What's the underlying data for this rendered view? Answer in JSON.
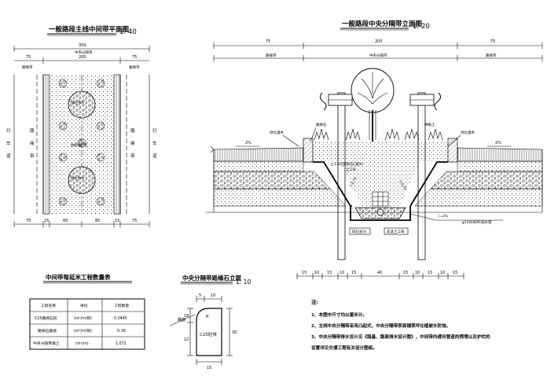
{
  "plan": {
    "title": "一般路段主线中间带平面图",
    "scale": "1: 40",
    "dim_total": "350",
    "dim_top": [
      "75",
      "200",
      "75"
    ],
    "label_median_strip": "中央分隔带",
    "label_curb_left": "路缘带",
    "label_curb_right": "路缘带",
    "side_left_chars": [
      "行",
      "车",
      "道"
    ],
    "side_left_chars2": [
      "路",
      "缘",
      "带"
    ],
    "side_right_chars": [
      "路",
      "缘",
      "带"
    ],
    "side_right_chars2": [
      "行",
      "车",
      "道"
    ],
    "tree_label_1": "绿化乔木",
    "tree_label_2": "绿化乔木",
    "mid_label": "防眩植护栏",
    "dim_bottom": [
      "75",
      "15",
      "85",
      "85",
      "15",
      "75"
    ]
  },
  "section": {
    "title": "一般路段中央分隔带立面图",
    "scale": "1: 20",
    "dim_top": [
      "75",
      "200",
      "75"
    ],
    "label_curb_left": "路缘带",
    "label_median": "中央分隔带",
    "label_curb_right": "路缘带",
    "label_left_plant": "绿化灌木",
    "label_right_plant": "绿化灌木",
    "label_curbstone": "路缘石",
    "label_topsoil": "种植土",
    "label_slope_left": "2%",
    "label_slope_right": "2%",
    "label_fabric": "土工布包裹碎石(滤水)",
    "label_fabric2": "土工布",
    "label_slope_ratio_left": "1:0.75",
    "label_slope_ratio_right": "1:0.75",
    "label_drain": "φ110HDPE排水管",
    "label_drain_slope": "i=2%",
    "label_gravel": "碎石盲沟",
    "label_base": "反滤土工布",
    "dim_bottom": [
      "15",
      "10",
      "15",
      "10",
      "15",
      "40",
      "15",
      "10",
      "15",
      "10",
      "15"
    ]
  },
  "table": {
    "title": "中间带每延米工程数量表",
    "headers": [
      "工程名称",
      "单位",
      "工程数量"
    ],
    "rows": [
      [
        "C25路缘石砼",
        "(m³/m/侧)",
        "0.0445"
      ],
      [
        "路缘石基础",
        "(m³/m/侧)",
        "0.16"
      ],
      [
        "中央分隔带填土",
        "(m³/m)",
        "1.072"
      ]
    ]
  },
  "curb": {
    "title": "中央分隔带路缘石立面",
    "scale": "1: 10",
    "label_curb": "C25砼块",
    "label_side": "路面",
    "dims": [
      "5",
      "10",
      "R",
      "18",
      "12",
      "30",
      "15"
    ]
  },
  "notes": {
    "heading": "注:",
    "items": [
      "1、本图中尺寸均以厘米计。",
      "2、主线中央分隔带采用凸起式，中央分隔带表面铺草坪化植被水防蚀。",
      "3、中央分隔带排水设计见《路基、路面排水设计图》，中间带内通讯管道的预埋以及护栏的",
      "   设置详见交通工程有关设计图纸。"
    ]
  }
}
